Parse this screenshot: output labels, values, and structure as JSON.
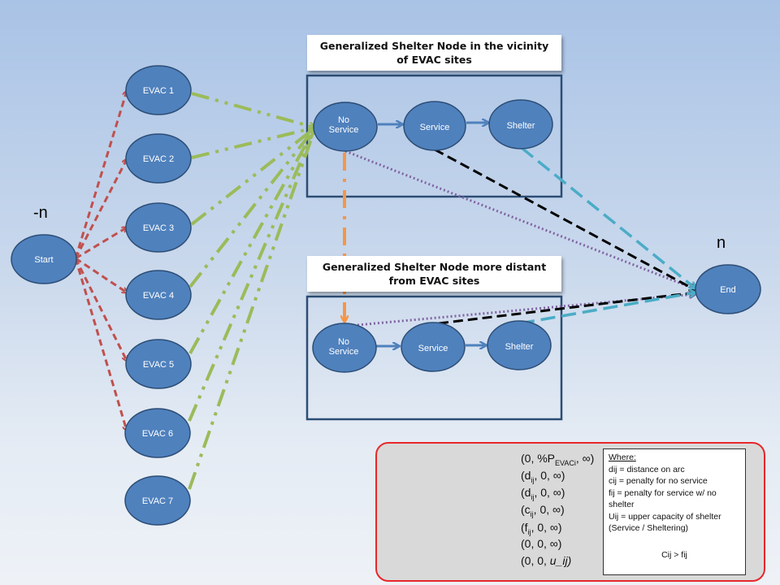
{
  "titles": {
    "upper": "Generalized Shelter Node in the vicinity of EVAC sites",
    "lower": "Generalized Shelter Node more distant from EVAC sites"
  },
  "labels": {
    "minus_n": "-n",
    "n": "n"
  },
  "nodes": {
    "start": "Start",
    "evac": [
      "EVAC 1",
      "EVAC 2",
      "EVAC 3",
      "EVAC 4",
      "EVAC 5",
      "EVAC 6",
      "EVAC 7"
    ],
    "upper_no_service": "No Service",
    "upper_service": "Service",
    "upper_shelter": "Shelter",
    "lower_no_service": "No Service",
    "lower_service": "Service",
    "lower_shelter": "Shelter",
    "end": "End"
  },
  "legend": {
    "items": [
      {
        "label": "(0, %P",
        "sub": "EVACi",
        "tail": ", ∞)",
        "color": "#c0504d",
        "style": "dash"
      },
      {
        "label": "(d",
        "sub": "ij",
        "tail": ", 0, ∞)",
        "color": "#9bbb59",
        "style": "dashdot"
      },
      {
        "label": "(d",
        "sub": "ij",
        "tail": ", 0, ∞)",
        "color": "#f79646",
        "style": "longdashdot"
      },
      {
        "label": "(c",
        "sub": "ij",
        "tail": ", 0, ∞)",
        "color": "#8064a2",
        "style": "dot"
      },
      {
        "label": "(f",
        "sub": "ij",
        "tail": ", 0, ∞)",
        "color": "#000000",
        "style": "dash"
      },
      {
        "label": "(0, 0, ∞)",
        "sub": "",
        "tail": "",
        "color": "#4bacc6",
        "style": "longdash"
      },
      {
        "label": "(0, 0, ",
        "sub": "",
        "tail": "u_ij)",
        "color": "#4f81bd",
        "style": "solid"
      }
    ],
    "where": {
      "title": "Where:",
      "d_line": "dij = distance on arc",
      "c_line": "cij = penalty for no service",
      "f_line": "fij = penalty for service w/ no shelter",
      "u_line": "Uij = upper capacity of shelter (Service / Sheltering)",
      "cond": "Cij > fij"
    }
  },
  "colors": {
    "node_fill": "#4f81bd",
    "node_stroke": "#2c4d75",
    "red": "#c0504d",
    "green": "#9bbb59",
    "orange": "#f79646",
    "purple": "#8064a2",
    "black": "#000000",
    "teal": "#4bacc6",
    "blue": "#4f81bd",
    "box_border": "#2c4d75",
    "legend_border": "#e8272b"
  }
}
